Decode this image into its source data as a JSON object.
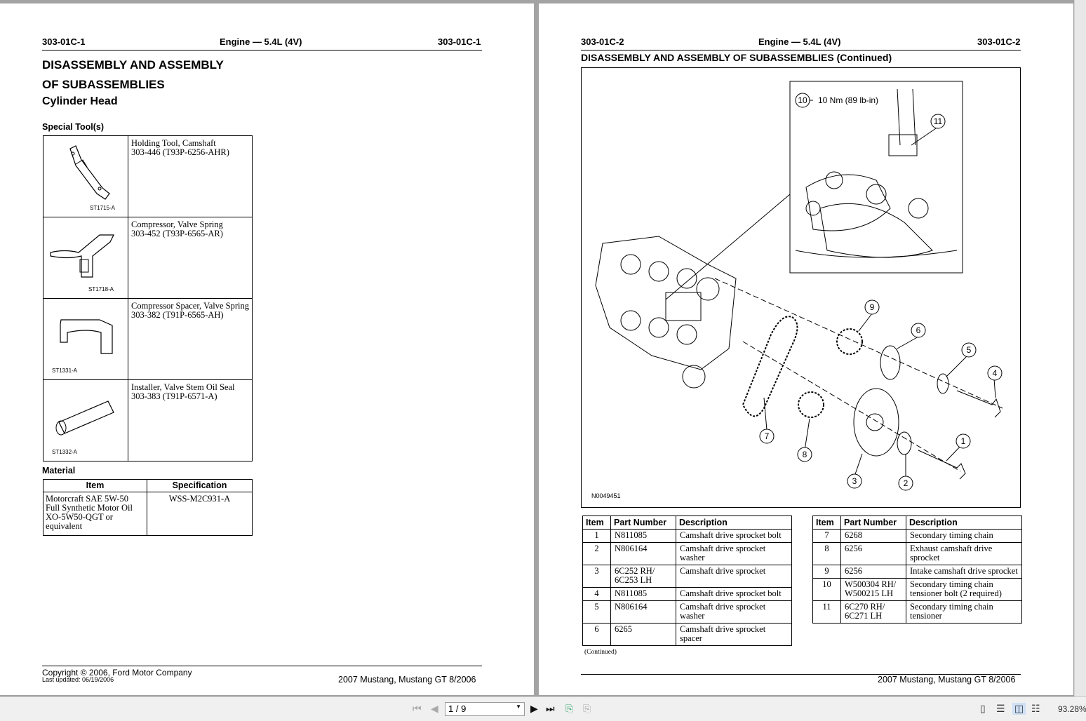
{
  "left_page": {
    "header_left": "303-01C-1",
    "header_center": "Engine — 5.4L (4V)",
    "header_right": "303-01C-1",
    "title_line1": "DISASSEMBLY AND ASSEMBLY",
    "title_line2": "OF SUBASSEMBLIES",
    "subtitle": "Cylinder Head",
    "special_tools_heading": "Special Tool(s)",
    "tools": [
      {
        "image_label": "ST1715-A",
        "name": "Holding Tool, Camshaft",
        "number": "303-446 (T93P-6256-AHR)"
      },
      {
        "image_label": "ST1718-A",
        "name": "Compressor, Valve Spring",
        "number": "303-452 (T93P-6565-AR)"
      },
      {
        "image_label": "ST1331-A",
        "name": "Compressor Spacer, Valve Spring",
        "number": "303-382 (T91P-6565-AH)"
      },
      {
        "image_label": "ST1332-A",
        "name": "Installer, Valve Stem Oil Seal",
        "number": "303-383 (T91P-6571-A)"
      }
    ],
    "material_heading": "Material",
    "material_table": {
      "headers": [
        "Item",
        "Specification"
      ],
      "rows": [
        {
          "item": "Motorcraft SAE 5W-50 Full Synthetic Motor Oil XO-5W50-QGT or equivalent",
          "spec": "WSS-M2C931-A"
        }
      ]
    },
    "copyright": "Copyright © 2006, Ford Motor Company",
    "last_updated": "Last updated: 06/19/2006",
    "footer_right": "2007 Mustang, Mustang GT 8/2006"
  },
  "right_page": {
    "header_left": "303-01C-2",
    "header_center": "Engine — 5.4L (4V)",
    "header_right": "303-01C-2",
    "title": "DISASSEMBLY AND ASSEMBLY OF SUBASSEMBLIES (Continued)",
    "figure": {
      "id": "N0049451",
      "torque_label": "10 Nm (89 lb-in)",
      "callouts": [
        "1",
        "2",
        "3",
        "4",
        "5",
        "6",
        "7",
        "8",
        "9",
        "10",
        "11"
      ]
    },
    "parts_headers": [
      "Item",
      "Part Number",
      "Description"
    ],
    "parts_left": [
      {
        "item": "1",
        "part": "N811085",
        "desc": "Camshaft drive sprocket bolt"
      },
      {
        "item": "2",
        "part": "N806164",
        "desc": "Camshaft drive sprocket washer"
      },
      {
        "item": "3",
        "part": "6C252 RH/ 6C253 LH",
        "desc": "Camshaft drive sprocket"
      },
      {
        "item": "4",
        "part": "N811085",
        "desc": "Camshaft drive sprocket bolt"
      },
      {
        "item": "5",
        "part": "N806164",
        "desc": "Camshaft drive sprocket washer"
      },
      {
        "item": "6",
        "part": "6265",
        "desc": "Camshaft drive sprocket spacer"
      }
    ],
    "parts_right": [
      {
        "item": "7",
        "part": "6268",
        "desc": "Secondary timing chain"
      },
      {
        "item": "8",
        "part": "6256",
        "desc": "Exhaust camshaft drive sprocket"
      },
      {
        "item": "9",
        "part": "6256",
        "desc": "Intake camshaft drive sprocket"
      },
      {
        "item": "10",
        "part": "W500304 RH/ W500215 LH",
        "desc": "Secondary timing chain tensioner bolt (2 required)"
      },
      {
        "item": "11",
        "part": "6C270 RH/ 6C271 LH",
        "desc": "Secondary timing chain tensioner"
      }
    ],
    "continued": "(Continued)",
    "footer_right": "2007 Mustang, Mustang GT 8/2006"
  },
  "toolbar": {
    "page_value": "1 / 9",
    "zoom": "93.28%"
  }
}
